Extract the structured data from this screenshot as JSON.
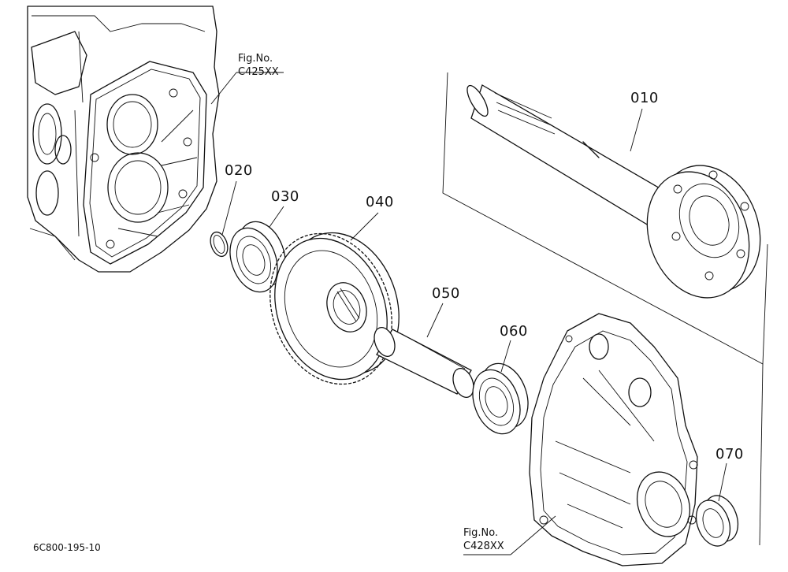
{
  "diagram_code": "6C800-195-10",
  "parts": [
    {
      "id": "p010",
      "label": "010"
    },
    {
      "id": "p020",
      "label": "020"
    },
    {
      "id": "p030",
      "label": "030"
    },
    {
      "id": "p040",
      "label": "040"
    },
    {
      "id": "p050",
      "label": "050"
    },
    {
      "id": "p060",
      "label": "060"
    },
    {
      "id": "p070",
      "label": "070"
    }
  ],
  "figure_refs": [
    {
      "line1": "Fig.No.",
      "line2": "C425XX"
    },
    {
      "line1": "Fig.No.",
      "line2": "C428XX"
    }
  ],
  "colors": {
    "line": "#111111",
    "background": "#ffffff"
  }
}
